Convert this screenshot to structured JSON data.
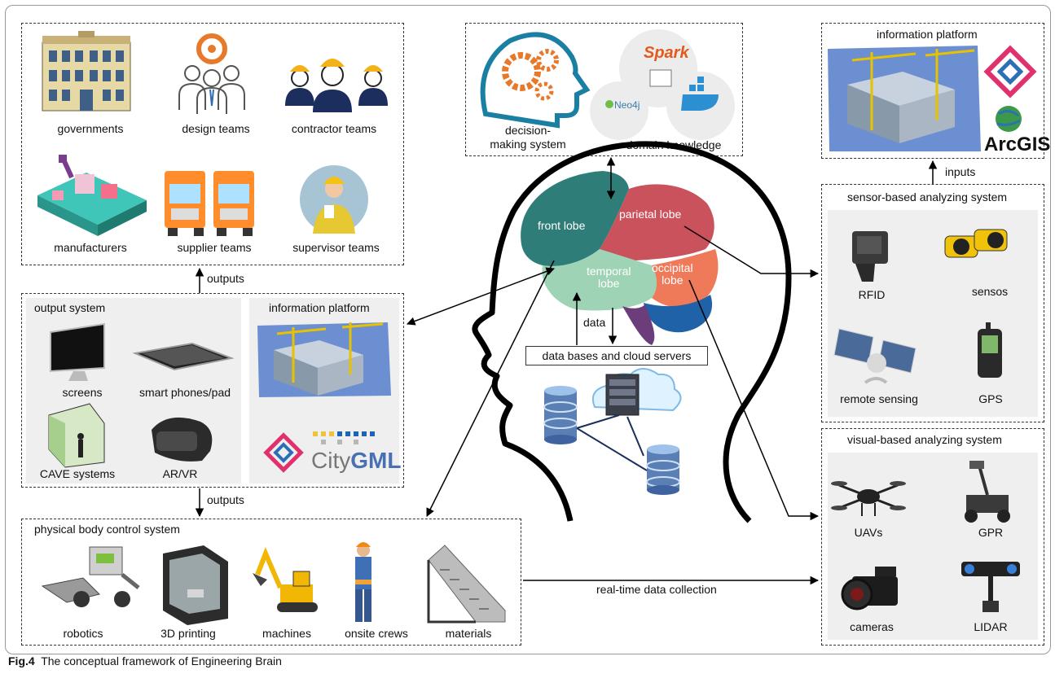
{
  "caption": {
    "label": "Fig.4",
    "text": "The conceptual framework of Engineering Brain"
  },
  "stakeholders": {
    "items": [
      {
        "label": "governments",
        "icon": "government-building-icon"
      },
      {
        "label": "design teams",
        "icon": "design-team-icon"
      },
      {
        "label": "contractor teams",
        "icon": "contractor-team-icon"
      },
      {
        "label": "manufacturers",
        "icon": "factory-icon"
      },
      {
        "label": "supplier teams",
        "icon": "truck-icon"
      },
      {
        "label": "supervisor teams",
        "icon": "supervisor-icon"
      }
    ]
  },
  "outputs_label_top": "outputs",
  "outputs_label_bottom": "outputs",
  "output_system": {
    "title": "output system",
    "items": [
      {
        "label": "screens",
        "icon": "monitor-icon"
      },
      {
        "label": "smart phones/pad",
        "icon": "tablet-icon"
      },
      {
        "label": "CAVE systems",
        "icon": "cave-system-icon"
      },
      {
        "label": "AR/VR",
        "icon": "vr-headset-icon"
      }
    ]
  },
  "info_platform_left": {
    "title": "information platform",
    "logo_text_city": "City",
    "logo_text_gml": "GML"
  },
  "brain_center": {
    "decision_label": "decision-\nmaking system",
    "domain_label": "domain knowledge",
    "logos": [
      "Spark",
      "Neo4j"
    ],
    "lobes": {
      "front": "front lobe",
      "parietal": "parietal lobe",
      "temporal": "temporal\nlobe",
      "occipital": "occipital\nlobe"
    },
    "data_label": "data",
    "db_label": "data bases and cloud servers"
  },
  "info_platform_right": {
    "title": "information platform",
    "arcgis": "ArcGIS"
  },
  "inputs_label": "inputs",
  "sensor_system": {
    "title": "sensor-based analyzing system",
    "items": [
      {
        "label": "RFID",
        "icon": "rfid-reader-icon"
      },
      {
        "label": "sensos",
        "icon": "sensor-icon"
      },
      {
        "label": "remote sensing",
        "icon": "satellite-icon"
      },
      {
        "label": "GPS",
        "icon": "gps-device-icon"
      }
    ]
  },
  "visual_system": {
    "title": "visual-based analyzing system",
    "items": [
      {
        "label": "UAVs",
        "icon": "drone-icon"
      },
      {
        "label": "GPR",
        "icon": "gpr-cart-icon"
      },
      {
        "label": "cameras",
        "icon": "camera-icon"
      },
      {
        "label": "LIDAR",
        "icon": "lidar-icon"
      }
    ]
  },
  "physical_system": {
    "title": "physical body control system",
    "items": [
      {
        "label": "robotics",
        "icon": "robot-icon"
      },
      {
        "label": "3D printing",
        "icon": "3d-printer-icon"
      },
      {
        "label": "machines",
        "icon": "excavator-icon"
      },
      {
        "label": "onsite crews",
        "icon": "worker-icon"
      },
      {
        "label": "materials",
        "icon": "stairs-icon"
      }
    ]
  },
  "realtime_label": "real-time data collection"
}
